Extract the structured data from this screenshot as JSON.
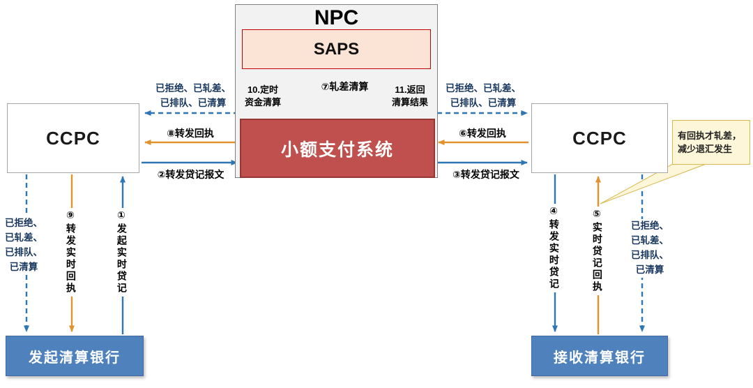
{
  "nodes": {
    "npc": "NPC",
    "saps": "SAPS",
    "payment_system": "小额支付系统",
    "ccpc_left": "CCPC",
    "ccpc_right": "CCPC",
    "bank_initiating": "发起清算银行",
    "bank_receiving": "接收清算银行"
  },
  "note": "有回执才轧差，减少退汇发生",
  "flows": {
    "step1": "①发起实时贷记",
    "step2": "②转发贷记报文",
    "step3": "③转发贷记报文",
    "step4": "④转发实时贷记",
    "step5": "⑤实时贷记回执",
    "step6": "⑥转发回执",
    "step7": "⑦轧差清算",
    "step8": "⑧转发回执",
    "step9": "⑨转发实时回执",
    "step10": "10.定时\n资金清算",
    "step11": "11.返回\n清算结果"
  },
  "statuses": {
    "left_top": "已拒绝、已轧差、\n已排队、已清算",
    "right_top": "已拒绝、已轧差、\n已排队、已清算",
    "left_bottom": "已拒绝、\n已轧差、\n已排队、\n已清算",
    "right_bottom": "已拒绝、\n已轧差、\n已排队、\n已清算"
  },
  "colors": {
    "credit_flow_blue": "#2e75b6",
    "receipt_flow_orange": "#e0922f",
    "payment_box_red": "#c0504d",
    "saps_box_pink": "#fbe3d5",
    "bank_box_blue": "#4f81bd",
    "note_box_yellow": "#fdf6d8"
  }
}
